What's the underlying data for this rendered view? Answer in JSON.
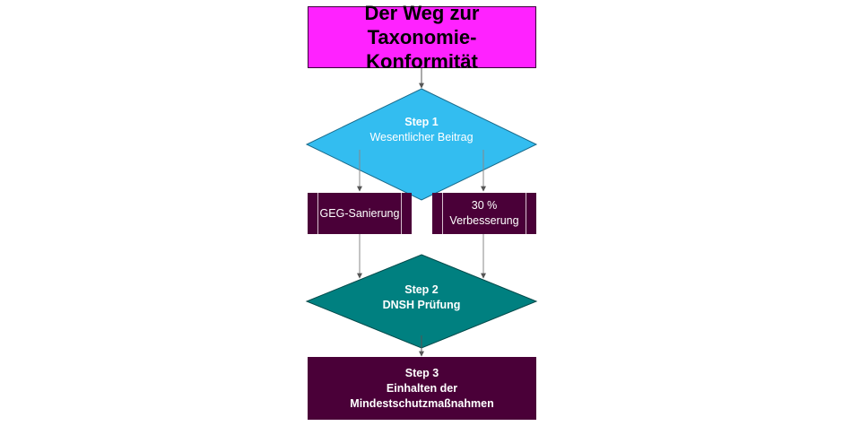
{
  "title": {
    "line1": "Der Weg zur Taxonomie-",
    "line2": "Konformität"
  },
  "step1": {
    "heading": "Step 1",
    "text": "Wesentlicher Beitrag"
  },
  "options": {
    "left": "GEG-Sanierung",
    "right_line1": "30 %",
    "right_line2": "Verbesserung"
  },
  "step2": {
    "heading": "Step 2",
    "text": "DNSH Prüfung"
  },
  "step3": {
    "heading": "Step 3",
    "line1": "Einhalten der",
    "line2": "Mindestschutzmaßnahmen"
  },
  "colors": {
    "title_fill": "#ff22ff",
    "step1_fill": "#33bdf0",
    "step2_fill": "#008080",
    "process_fill": "#4a0038",
    "connector": "#555555"
  }
}
